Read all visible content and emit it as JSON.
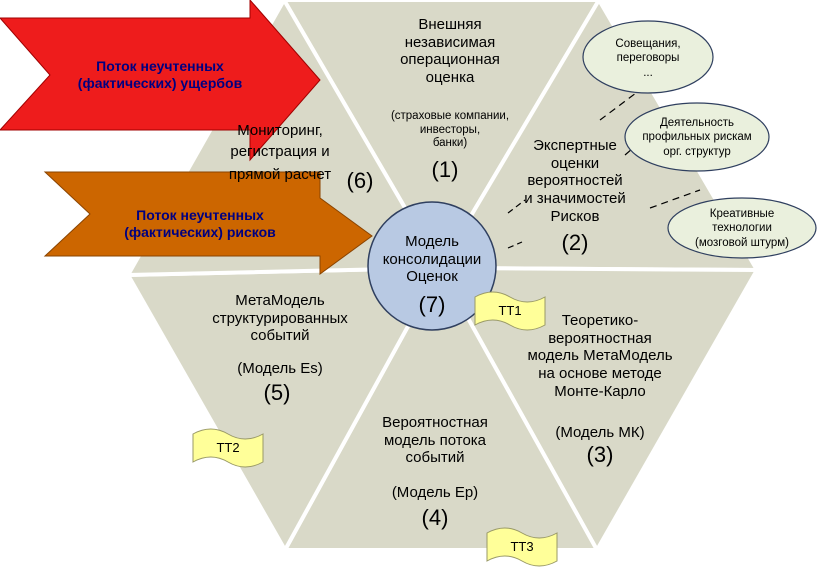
{
  "colors": {
    "segment_fill": "#d9d9c8",
    "segment_stroke": "#ffffff",
    "center_fill": "#b8c9e3",
    "center_stroke": "#2f3f5f",
    "oval_fill": "#eaf0dd",
    "oval_stroke": "#2f3f5f",
    "tag_fill": "#ffff99",
    "arrow_red": "#ee1c1c",
    "arrow_orange": "#cc6600",
    "arrow_text_red": "#000080",
    "arrow_text_orange": "#000080"
  },
  "arrows": {
    "top": {
      "line1": "Поток неучтенных",
      "line2": "(фактических) ущербов"
    },
    "bottom": {
      "line1": "Поток неучтенных",
      "line2": "(фактических) рисков"
    }
  },
  "segments": {
    "s1": {
      "title1": "Внешняя",
      "title2": "независимая",
      "title3": "операционная",
      "title4": "оценка",
      "sub1": "(страховые компании,",
      "sub2": "инвесторы,",
      "sub3": "банки)",
      "num": "(1)"
    },
    "s2": {
      "line1": "Экспертные",
      "line2": "оценки",
      "line3": "вероятностей",
      "line4": "и значимостей",
      "line5": "Рисков",
      "num": "(2)"
    },
    "s3": {
      "line1": "Теоретико-",
      "line2": "вероятностная",
      "line3": "модель МетаМодель",
      "line4": "на основе методе",
      "line5": "Монте-Карло",
      "sub": "(Модель МК)",
      "num": "(3)"
    },
    "s4": {
      "line1": "Вероятностная",
      "line2": "модель потока",
      "line3": "событий",
      "sub": "(Модель Ер)",
      "num": "(4)"
    },
    "s5": {
      "line1": "МетаМодель",
      "line2": "структурированных",
      "line3": "событий",
      "sub": "(Модель Es)",
      "num": "(5)"
    },
    "s6": {
      "line1": "Мониторинг,",
      "line2": "регистрация и",
      "line3": "прямой расчет",
      "num": "(6)"
    }
  },
  "center": {
    "line1": "Модель",
    "line2": "консолидации",
    "line3": "Оценок",
    "num": "(7)"
  },
  "ovals": {
    "o1": {
      "line1": "Совещания,",
      "line2": "переговоры",
      "line3": "..."
    },
    "o2": {
      "line1": "Деятельность",
      "line2": "профильных рискам",
      "line3": "орг. структур"
    },
    "o3": {
      "line1": "Креативные",
      "line2": "технологии",
      "line3": "(мозговой штурм)"
    }
  },
  "tags": {
    "tt1": "ТТ1",
    "tt2": "ТТ2",
    "tt3": "ТТ3"
  }
}
